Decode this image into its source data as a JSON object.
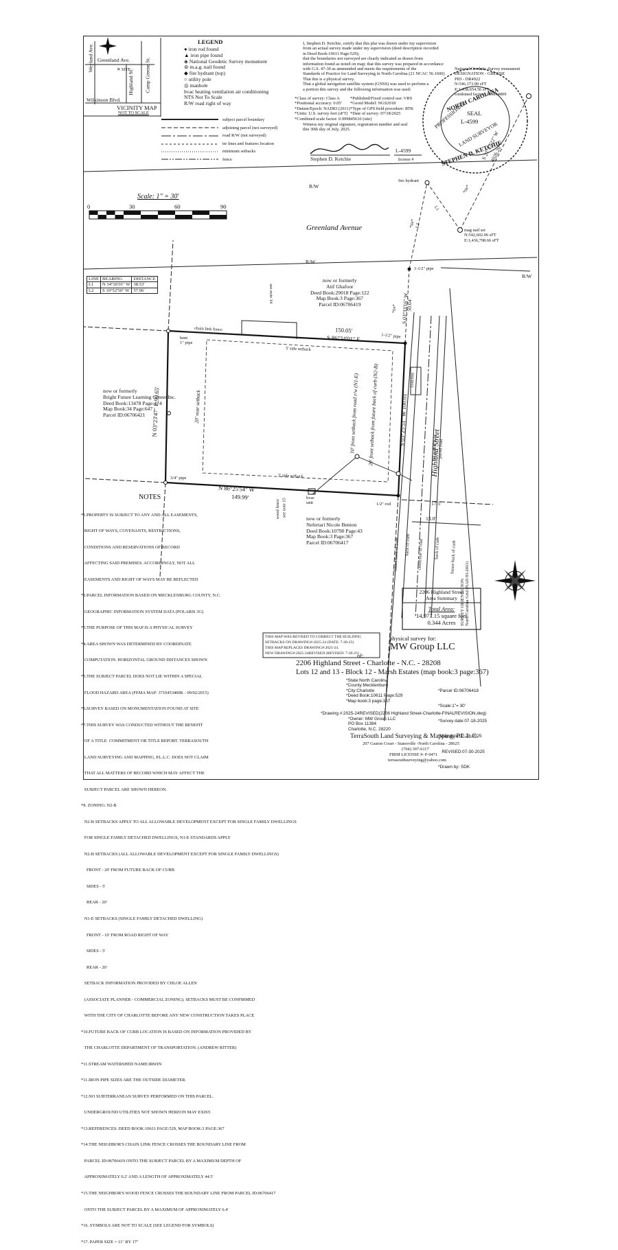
{
  "legend": {
    "title": "LEGEND",
    "items": [
      "iron rod found",
      "iron pipe found",
      "National Geodetic Survey monument",
      "m.a.g. nail found",
      "fire hydrant (top)",
      "utility pole",
      "manhole",
      "hvac heating ventilation air conditioning",
      "NTS Not To Scale",
      "R/W road right of way"
    ],
    "lines": [
      "subject parcel boundary",
      "adjoining parcel (not surveyed)",
      "road R/W (not surveyed)",
      "tie lines and features location",
      "minimum setbacks",
      "fence"
    ]
  },
  "vicinity": {
    "title": "VICINITY MAP",
    "nts": "NOT TO SCALE",
    "streets": [
      "Weyland Ave.",
      "Greenland Ave.",
      "Highland St.",
      "Camp Greene St.",
      "Wilkinson Blvd."
    ],
    "site": "SITE"
  },
  "certification": {
    "lines": [
      "I, Stephen D. Ketchie, certify that this plat was drawn under my supervision",
      "from an actual survey made under my supervision (deed description recorded",
      "in Deed Book:10611 Page:529);",
      "that the boundaries not surveyed are clearly indicated as drawn from",
      "information found as noted on map; that this survey was prepared in accordance",
      "with G.S. 47-30 as ammended and meets the requirements of the",
      "Standards of Practice for Land Surveying in North Carolina (21 NCAC 56.1600)",
      "That this is a physical survey.",
      "That a global navigation satellite system (GNSS) was used to perform a",
      "a portion this survey and the following information was used:"
    ],
    "specs_left": [
      "*Class of survey: Class A",
      "*Positional accuracy: 0.05'",
      "*Datum/Epoch: NAD83 (2011)",
      "*Units: U.S. survey feet (sFT)",
      "*Combined scale factor: 0.999845610 (site)"
    ],
    "specs_right": [
      "*Published/Fixed control use: VRS",
      "*Geoid Model: NGS2018",
      "*Type of GPS field procedure: RTK",
      "*Date of survey: 07/18/2025"
    ],
    "closing": [
      "Witness my original signature, registration number and seal",
      "this 30th day of July, 2025."
    ],
    "signer": "Stephen D. Ketchie",
    "license_label": "license #",
    "license_no": "L-4599"
  },
  "seal": {
    "top": "NORTH CAROLINA",
    "mid1": "PROFESSIONAL",
    "mid2": "SEAL",
    "mid3": "L-4599",
    "bottom": "LAND SURVEYOR",
    "name": "STEPHEN D. KETCHIE"
  },
  "ngs": {
    "lines": [
      "National Geodetic Survey monument",
      "DESIGNATION - GREENE",
      "PID - DR4922",
      "N:546,173.90 sFT",
      "E:1,438,654.56 sFT",
      "combined factor: .999844809"
    ]
  },
  "scale": {
    "label": "Scale: 1\" = 30'",
    "ticks": [
      "0",
      "30",
      "60",
      "90"
    ]
  },
  "map": {
    "rw": "R/W",
    "greenland": "Greenland Avenue",
    "fire_hydrant": "fire hydrant",
    "mag_nail": [
      "mag nail set",
      "N:542,602.06 sFT",
      "E:1,436,798.66 sFT"
    ],
    "tie_bearing_ngs": "S 27°27'22\" W",
    "tie_dist_ngs": "4026.20'",
    "tie_label": "*tie*",
    "l1": "L1",
    "l2": "L2",
    "pipe_112_top": "1-1/2\" pipe",
    "pipe_112_corner": "1-1/2\" pipe",
    "bent_pipe": [
      "bent",
      "1\" pipe"
    ],
    "pipe_34": "3/4\" pipe",
    "rod_12": "1/2\" rod",
    "chain_fence": "chain link fence",
    "see_note_14": "see note 14",
    "see_note_15": "see note 15",
    "wood_fence": "wood fence",
    "north_line": [
      "150.05'",
      "S 86°34'01\" E"
    ],
    "south_line": [
      "N 86°25'54\" W",
      "149.99'"
    ],
    "west_line": "N 03°23'47\" E  99.65'",
    "east_line": "S 03°25'51\" W  100.01'",
    "tie_east": [
      "*tie*",
      "S 03°33'16\" W",
      "50.04'"
    ],
    "side_setback_top": "5' side setback",
    "side_setback_bottom": "5' side setback",
    "rear_setback": "20' rear setback",
    "front_setback1": "10' front setback from road r/w (N1-E)",
    "front_setback2": "20' front setback from future back of curb (N2-B)",
    "concrete": "concrete",
    "hvac": [
      "hvac",
      "unit"
    ],
    "highland": "Highland Street",
    "highland_sub": [
      "60' public R/W",
      "paved road"
    ],
    "dim_175": "17.5'",
    "dim_130": "13.0'",
    "curb_labels": [
      "future back of curb",
      "back of curb",
      "centerline of road",
      "back of curb",
      "future back of curb"
    ],
    "survey_orient": [
      "SURVEY ORIENTATION:",
      "North Carolina Grid (NAD 83-2011)"
    ]
  },
  "bearing_table": {
    "headers": [
      "LINE",
      "BEARING",
      "DISTANCE"
    ],
    "rows": [
      [
        "L1",
        "N 34°26'01\" W",
        "38.53'"
      ],
      [
        "L2",
        "S 10°52'50\" W",
        "57.96'"
      ]
    ]
  },
  "neighbors": {
    "north": [
      "now or formerly",
      "Atif Ghafoor",
      "Deed Book:29018 Page:122",
      "Map Book:3 Page:367",
      "Parcel ID:06706419"
    ],
    "west": [
      "now or formerly",
      "Bright Future Learning Center Inc.",
      "Deed Book:13478 Page:474",
      "Map Book:34 Page:647",
      "Parcel ID:06706421"
    ],
    "south": [
      "now or formerly",
      "Nefertari Nicole Benton",
      "Deed Book:10790 Page:43",
      "Map Book:3 Page:367",
      "Parcel ID:06706417"
    ]
  },
  "notes": {
    "title": "NOTES",
    "lines": [
      "*1.PROPERTY IS SUBJECT TO ANY AND ALL EASEMENTS,",
      "   RIGHT OF WAYS, COVENANTS, RESTRICTIONS,",
      "   CONDITIONS AND RESERVATIONS OF RECORD",
      "   AFFECTING SAID PREMISES. ACCORDINGLY, NOT ALL",
      "   EASEMENTS AND RIGHT OF WAYS MAY BE REFLECTED",
      "*2.PARCEL INFORMATION BASED ON MECKLENBURG COUNTY, N.C.",
      "   GEOGRAPHIC INFORMATION SYSTEM DATA (POLARIS 3G)",
      "*3.THE PURPOSE OF THIS MAP IS A PHYSICAL SURVEY",
      "*4.AREA SHOWN WAS DETERMINED BY COORDINATE",
      "   COMPUTATION. HORIZONTAL GROUND DISTANCES SHOWN",
      "*5.THE SUBJECT PARCEL DOES NOT LIE WITHIN A SPECIAL",
      "   FLOOD HAZARD AREA (FEMA MAP: 3710453400K - 09/02/2015)",
      "*6.SURVEY BASED ON MONUMENTATION FOUND AT SITE",
      "*7.THIS SURVEY WAS CONDUCTED WITHOUT THE BENEFIT",
      "   OF A TITLE  COMMITMENT OR TITLE REPORT. TERRASOUTH",
      "   LAND SURVEYING AND MAPPING, P.L.L.C. DOES NOT CLAIM",
      "   THAT ALL MATTERS OF RECORD WHICH MAY AFFECT THE",
      "   SUBJECT PARCEL ARE SHOWN HEREON.",
      "*8. ZONING: N2-B",
      "   N2-B SETBACKS APPLY TO ALL ALLOWABLE DEVELOPMENT EXCEPT FOR SINGLE FAMILY DWELLINGS",
      "   FOR SINGLE FAMILY DETACHED DWELLINGS, N1-E STANDARDS APPLY",
      "   N2-B SETBACKS (ALL ALLOWABLE DEVELOPMENT EXCEPT FOR SINGLE FAMILY DWELLINGS)",
      "     FRONT - 20' FROM FUTURE BACK OF CURB",
      "     SIDES - 5'",
      "     REAR - 20'",
      "   N1-E SETBACKS (SINGLE FAMILY DETACHED DWELLING)",
      "     FRONT - 10' FROM ROAD RIGHT OF WAY",
      "     SIDES - 5'",
      "     REAR - 20'",
      "   SETBACK INFORMATION PROVIDED BY CHLOE ALLEN",
      "   (ASSOCIATE PLANNER - COMMERCIAL ZONING). SETBACKS MUST BE CONFIRMED",
      "   WITH THE CITY OF CHARLOTTE BEFORE ANY NEW CONSTRUCTION TAKES PLACE",
      "*10.FUTURE BACK OF CURB LOCATION IS BASED ON INFORMATION PROVIDED BY",
      "   THE CHARLOTTE DEPARTMENT OF TRANSPORTATION. (ANDREW RITTER)",
      "*11.STREAM WATERSHED NAME:IRWIN",
      "*11.IRON PIPE SIZES ARE THE OUTSIDE DIAMETER.",
      "*12.NO SUBTERRANEAN SURVEY PERFORMED ON THIS PARCEL.",
      "   UNDERGROUND UTILITIES NOT SHOWN HEREON MAY EXIST.",
      "*13.REFERENCES: DEED BOOK:10611 PAGE:529, MAP BOOK:3 PAGE:367",
      "*14.THE NEIGHBOR'S CHAIN LINK FENCE CROSSES THE BOUNDARY LINE FROM",
      "   PARCEL ID:06706419 ONTO THE SUBJECT PARCEL BY A MAXIMUM DEPTH OF",
      "   APPROXIMATELY 0.2' AND A LENGTH OF APPROXIMATELY 44.5'",
      "*15.THE NEIGHBOR'S WOOD FENCE CROSSES THE BOUNDARY LINE FROM PARCEL ID:06706417",
      "   ONTO THE SUBJECT PARCEL BY A MAXIMUM OF APPROXIMATELY 6.4'",
      "*16. SYMBOLS ARE NOT TO SCALE (SEE LEGEND FOR SYMBOLS)",
      "*17. PAPER SIZE = 11\" BY 17\""
    ]
  },
  "area": {
    "title": [
      "2206 Highland Street",
      "Area Summary"
    ],
    "label": "Total Area:",
    "sqft": "14,977.15 square feet",
    "acres": "0.344 Acres"
  },
  "revision_box": [
    "THIS MAP WAS REVISED TO CORRECT THE BUILDING",
    "SETBACKS ON DRAWING#:2025-24 (DATE: 7-28-25)",
    "THIS MAP REPLACES DRAWING#:2025-24.",
    "NEW DRAWING#:2025-24REVISED (REVISED: 7-30-25)"
  ],
  "title_block": {
    "prefix": "physical survey for:",
    "client": "MW Group LLC",
    "of": "of:",
    "address": "2206 Highland Street - Charlotte - N.C. - 28208",
    "lots": "Lots 12 and 13 - Block 12 - Marsh Estates (map book:3 page:367)",
    "left": [
      "*State:North Carolina",
      "*County:Mecklenburg",
      "*City:Charlotte",
      "*Deed Book:10611 Page:529",
      "*Map book:3 page:367"
    ],
    "right": [
      "*Parcel ID:06706418",
      "*Scale:1\"= 30'",
      "*Survey date:07-18-2025",
      "*Map date:07-28-2025",
      "   REVISED:07-30-2025",
      "*Drawn by: SDK"
    ],
    "drawing": "*Drawing #:2025-24REVISED(2206 Highland Street-Charlotte-FINALREVISION.dwg)",
    "owner": [
      "*Owner: MW Group LLC",
      "PO Box 11384",
      "Charlotte, N.C.  28220"
    ],
    "firm": "TerraSouth Land Surveying & Mapping, P.L.L.C.",
    "firm_addr": "207 Gaston Court - Statesville -North Carolina - 28625",
    "firm_phone": "(704) 397-6117",
    "firm_license": "FIRM LICENSE #: P-0471",
    "firm_email": "terrasouthsurveying@yahoo.com"
  }
}
